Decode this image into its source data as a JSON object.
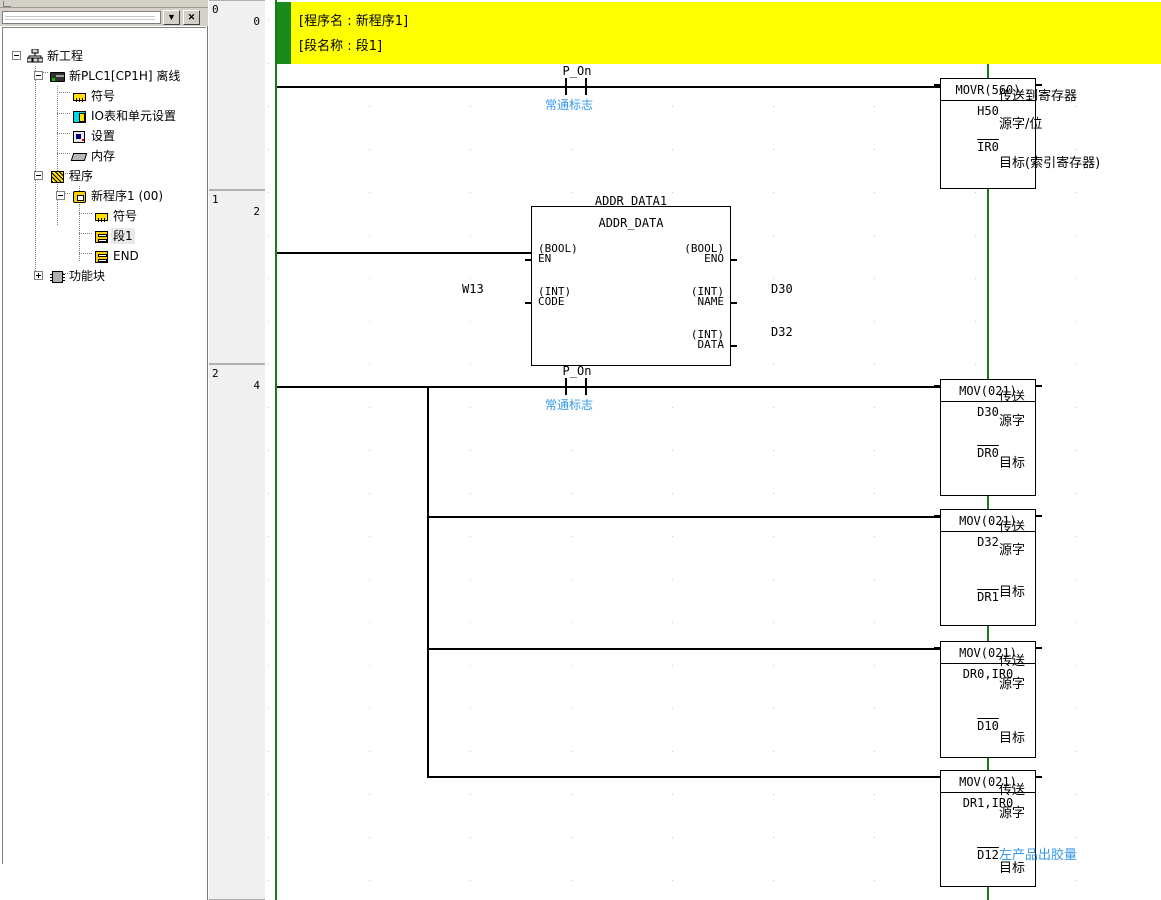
{
  "tree": {
    "combo_value": "",
    "dropdown_icon": "chevron-down-icon",
    "close_icon": "close-icon",
    "nodes": [
      {
        "label": "新工程",
        "icon": "project-icon",
        "depth": 0,
        "expander": "minus",
        "selected": false
      },
      {
        "label": "新PLC1[CP1H] 离线",
        "icon": "plc-icon",
        "depth": 1,
        "expander": "minus",
        "selected": false
      },
      {
        "label": "符号",
        "icon": "symbol-icon",
        "depth": 2,
        "expander": "none",
        "selected": false
      },
      {
        "label": "IO表和单元设置",
        "icon": "io-table-icon",
        "depth": 2,
        "expander": "none",
        "selected": false
      },
      {
        "label": "设置",
        "icon": "settings-icon",
        "depth": 2,
        "expander": "none",
        "selected": false
      },
      {
        "label": "内存",
        "icon": "memory-icon",
        "depth": 2,
        "expander": "none",
        "selected": false
      },
      {
        "label": "程序",
        "icon": "program-icon",
        "depth": 2,
        "expander": "minus",
        "selected": false
      },
      {
        "label": "新程序1 (00)",
        "icon": "task-icon",
        "depth": 3,
        "expander": "minus",
        "selected": false
      },
      {
        "label": "符号",
        "icon": "symbol-icon",
        "depth": 4,
        "expander": "none",
        "selected": false
      },
      {
        "label": "段1",
        "icon": "section-icon",
        "depth": 4,
        "expander": "none",
        "selected": true
      },
      {
        "label": "END",
        "icon": "section-icon",
        "depth": 4,
        "expander": "none",
        "selected": false
      },
      {
        "label": "功能块",
        "icon": "function-block-icon",
        "depth": 2,
        "expander": "plus",
        "selected": false
      }
    ]
  },
  "ladder": {
    "header": {
      "line1": "[程序名 : 新程序1]",
      "line2": "[段名称 : 段1]"
    },
    "rungs": [
      {
        "index": "0",
        "step": "0"
      },
      {
        "index": "1",
        "step": "2"
      },
      {
        "index": "2",
        "step": "4"
      }
    ],
    "contacts": [
      {
        "name": "P_On",
        "comment": "常通标志"
      },
      {
        "name": "P_On",
        "comment": "常通标志"
      },
      {
        "name": "P_On",
        "comment": "常通标志"
      }
    ],
    "instructions": [
      {
        "opcode": "MOVR(560)",
        "operand1": "H50",
        "operand2": "IR0",
        "comment_op": "传送到寄存器",
        "comment_src": "源字/位",
        "comment_dst": "目标(索引寄存器)",
        "dst_comment": ""
      },
      {
        "opcode": "MOV(021)",
        "operand1": "D30",
        "operand2": "DR0",
        "comment_op": "传送",
        "comment_src": "源字",
        "comment_dst": "目标",
        "dst_comment": ""
      },
      {
        "opcode": "MOV(021)",
        "operand1": "D32",
        "operand2": "DR1",
        "comment_op": "传送",
        "comment_src": "源字",
        "comment_dst": "目标",
        "dst_comment": ""
      },
      {
        "opcode": "MOV(021)",
        "operand1": "DR0,IR0",
        "operand2": "D10",
        "comment_op": "传送",
        "comment_src": "源字",
        "comment_dst": "目标",
        "dst_comment": ""
      },
      {
        "opcode": "MOV(021)",
        "operand1": "DR1,IR0",
        "operand2": "D12",
        "comment_op": "传送",
        "comment_src": "源字",
        "comment_dst": "目标",
        "dst_comment": "左产品出胶量"
      }
    ],
    "function_block": {
      "instance_name": "ADDR_DATA1",
      "type_name": "ADDR_DATA",
      "input_arg": "W13",
      "inputs": [
        {
          "type": "(BOOL)",
          "name": "EN"
        },
        {
          "type": "(INT)",
          "name": "CODE"
        }
      ],
      "outputs": [
        {
          "type": "(BOOL)",
          "name": "ENO",
          "arg": ""
        },
        {
          "type": "(INT)",
          "name": "NAME",
          "arg": "D30"
        },
        {
          "type": "(INT)",
          "name": "DATA",
          "arg": "D32"
        }
      ]
    }
  },
  "colors": {
    "rail_green": "#1a7a1a",
    "header_yellow": "#ffff00",
    "header_green_block": "#1a8a1a",
    "comment_blue": "#3399ee",
    "gutter_gray": "#f0f0f0",
    "grid_dot": "#c8c8c8"
  }
}
